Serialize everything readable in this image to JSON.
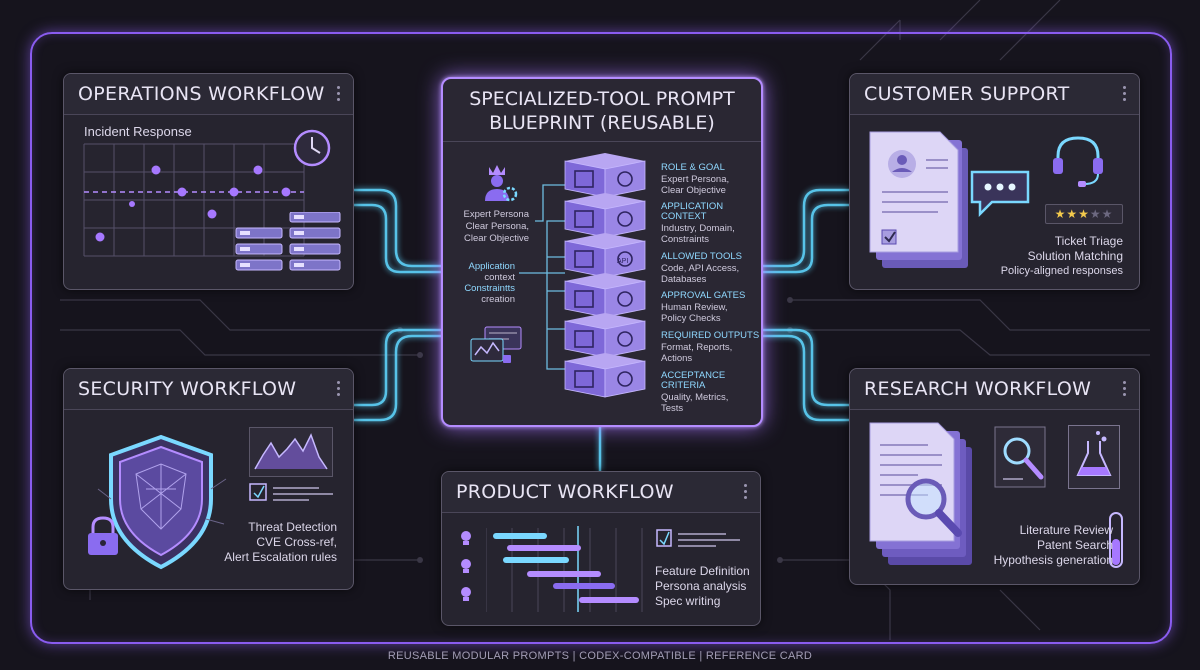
{
  "footer": "REUSABLE MODULAR PROMPTS  |  CODEX-COMPATIBLE  |  REFERENCE CARD",
  "colors": {
    "accent": "#a678ff",
    "glow": "#5fd6ff",
    "card": "#26242f",
    "background": "#16141d"
  },
  "operations": {
    "title": "OPERATIONS WORKFLOW",
    "subtitle": "Incident Response",
    "icons": [
      "clock-icon",
      "server-rack-icon"
    ]
  },
  "security": {
    "title": "SECURITY WORKFLOW",
    "lines": [
      "Threat Detection",
      "CVE Cross-ref,",
      "Alert Escalation rules"
    ],
    "icons": [
      "shield-icon",
      "padlock-icon",
      "area-chart-icon",
      "checklist-icon"
    ]
  },
  "product": {
    "title": "PRODUCT WORKFLOW",
    "lines": [
      "Feature Definition",
      "Persona analysis",
      "Spec writing"
    ],
    "icons": [
      "lightbulb-icon",
      "gantt-chart-icon",
      "checklist-icon"
    ]
  },
  "customer": {
    "title": "CUSTOMER SUPPORT",
    "lines": [
      "Ticket Triage",
      "Solution Matching",
      "Policy-aligned responses"
    ],
    "rating": 3,
    "rating_max": 5,
    "icons": [
      "document-stack-icon",
      "headset-icon",
      "chat-bubble-icon",
      "star-rating-icon"
    ]
  },
  "research": {
    "title": "RESEARCH WORKFLOW",
    "lines": [
      "Literature Review",
      "Patent Search",
      "Hypothesis generation"
    ],
    "icons": [
      "document-stack-icon",
      "magnifier-icon",
      "flask-icon",
      "test-tube-icon"
    ]
  },
  "blueprint": {
    "title_line1": "SPECIALIZED-TOOL PROMPT",
    "title_line2": "BLUEPRINT (REUSABLE)",
    "left_top": [
      "Expert Persona",
      "Clear Persona,",
      "Clear Objective"
    ],
    "left_mid": [
      "Application",
      "context",
      "Constraintts",
      "creation"
    ],
    "api_label": "API",
    "blocks": [
      {
        "label": "ROLE & GOAL",
        "detail": [
          "Expert Persona,",
          "Clear Objective"
        ],
        "icon": "gear-target-icon"
      },
      {
        "label": "APPLICATION",
        "label2": "CONTEXT",
        "detail": [
          "Industry, Domain,",
          "Constraints"
        ],
        "icon": "map-icon"
      },
      {
        "label": "ALLOWED TOOLS",
        "detail": [
          "Code, API Access,",
          "Databases"
        ],
        "icon": "tools-icon"
      },
      {
        "label": "APPROVAL GATES",
        "detail": [
          "Human Review,",
          "Policy Checks"
        ],
        "icon": "lock-check-icon"
      },
      {
        "label": "REQUIRED OUTPUTS",
        "detail": [
          "Format, Reports,",
          "Actions"
        ],
        "icon": "report-icon"
      },
      {
        "label": "ACCEPTANCE",
        "label2": "CRITERIA",
        "detail": [
          "Quality, Metrics,",
          "Tests"
        ],
        "icon": "checkmark-icon"
      }
    ]
  }
}
